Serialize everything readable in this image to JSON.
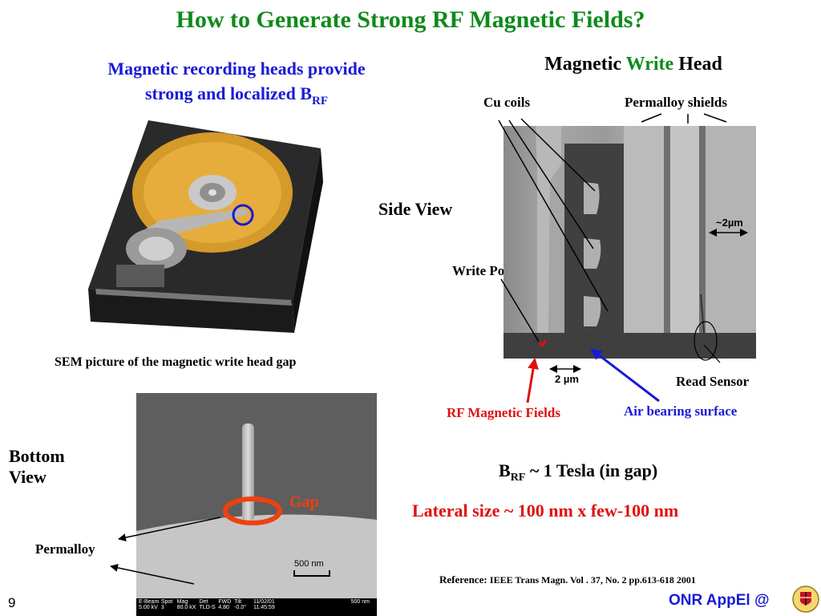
{
  "slide": {
    "title": "How to Generate Strong RF Magnetic Fields?",
    "left_subtitle_line1": "Magnetic recording heads provide",
    "left_subtitle_line2": "strong and localized B",
    "left_subtitle_sub": "RF",
    "head_title_part1": "Magnetic ",
    "head_title_part2": "Write",
    "head_title_part3": " Head",
    "sem_caption": "SEM picture of the magnetic write head gap",
    "bottom_view_line1": "Bottom",
    "bottom_view_line2": "View",
    "side_view": "Side View",
    "permalloy": "Permalloy",
    "gap": "Gap",
    "scale_500": "500 nm",
    "cu_coils": "Cu coils",
    "permalloy_shields": "Permalloy shields",
    "write_pole": "Write Pole",
    "scale_2um_top": "~2µm",
    "scale_2um_bottom": "2 µm",
    "read_sensor": "Read Sensor",
    "rf_fields": "RF Magnetic Fields",
    "air_bearing": "Air bearing surface",
    "brf_main": "B",
    "brf_sub": "RF",
    "brf_rest": " ~ 1 Tesla (in gap)",
    "lateral_size": "Lateral size ~ 100 nm x few-100 nm",
    "reference_label": "Reference: ",
    "reference_text": "IEEE Trans Magn. Vol . 37, No. 2 pp.613-618 2001",
    "page_number": "9",
    "footer": "ONR AppEl @",
    "sem_info": {
      "col1": [
        "E-Beam",
        "5.00 kV"
      ],
      "col2": [
        "Spot",
        "3"
      ],
      "col3": [
        "Mag",
        "80.0 kX"
      ],
      "col4": [
        "Det",
        "TLD-S"
      ],
      "col5": [
        "FWD",
        "4.80"
      ],
      "col6": [
        "Tilt",
        "-0.0°"
      ],
      "col7": [
        "11/02/01",
        "11:45:59"
      ],
      "col8": "500 nm"
    }
  },
  "colors": {
    "title_green": "#0f8a1c",
    "subtitle_blue": "#1a1ad8",
    "accent_red": "#e01010",
    "gap_ring_orange": "#f04010"
  }
}
